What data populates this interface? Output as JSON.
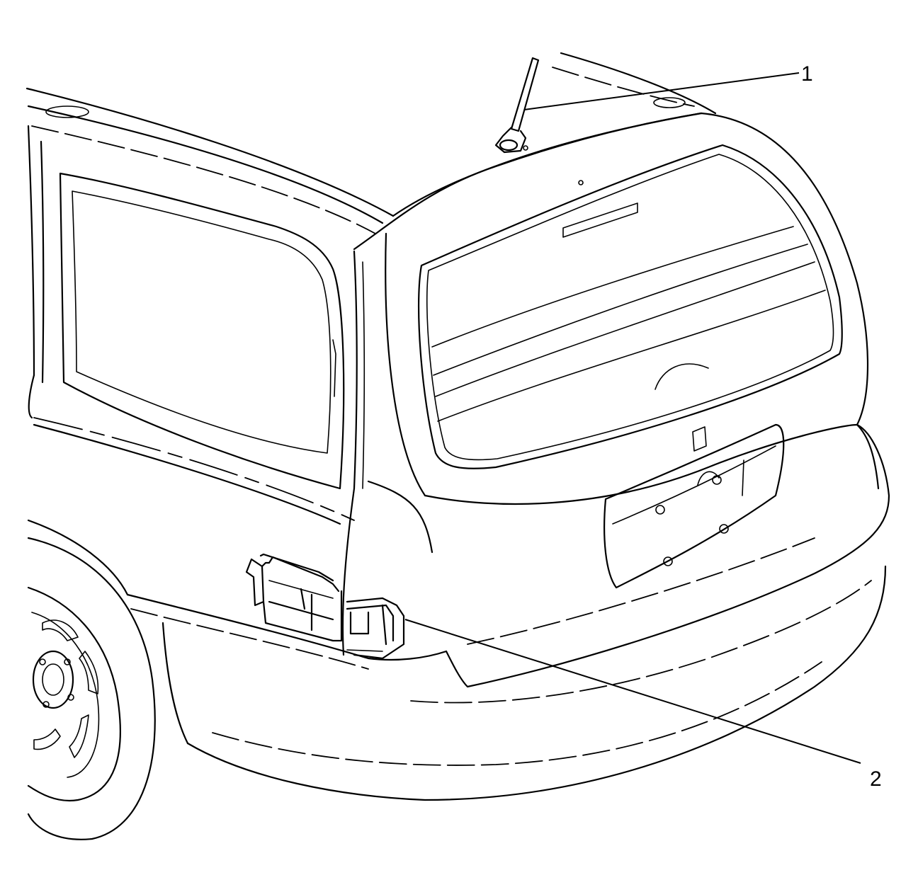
{
  "callouts": [
    {
      "id": "1",
      "label": "1",
      "icon": "antenna-icon"
    },
    {
      "id": "2",
      "label": "2",
      "icon": "bracket-module-icon"
    }
  ]
}
